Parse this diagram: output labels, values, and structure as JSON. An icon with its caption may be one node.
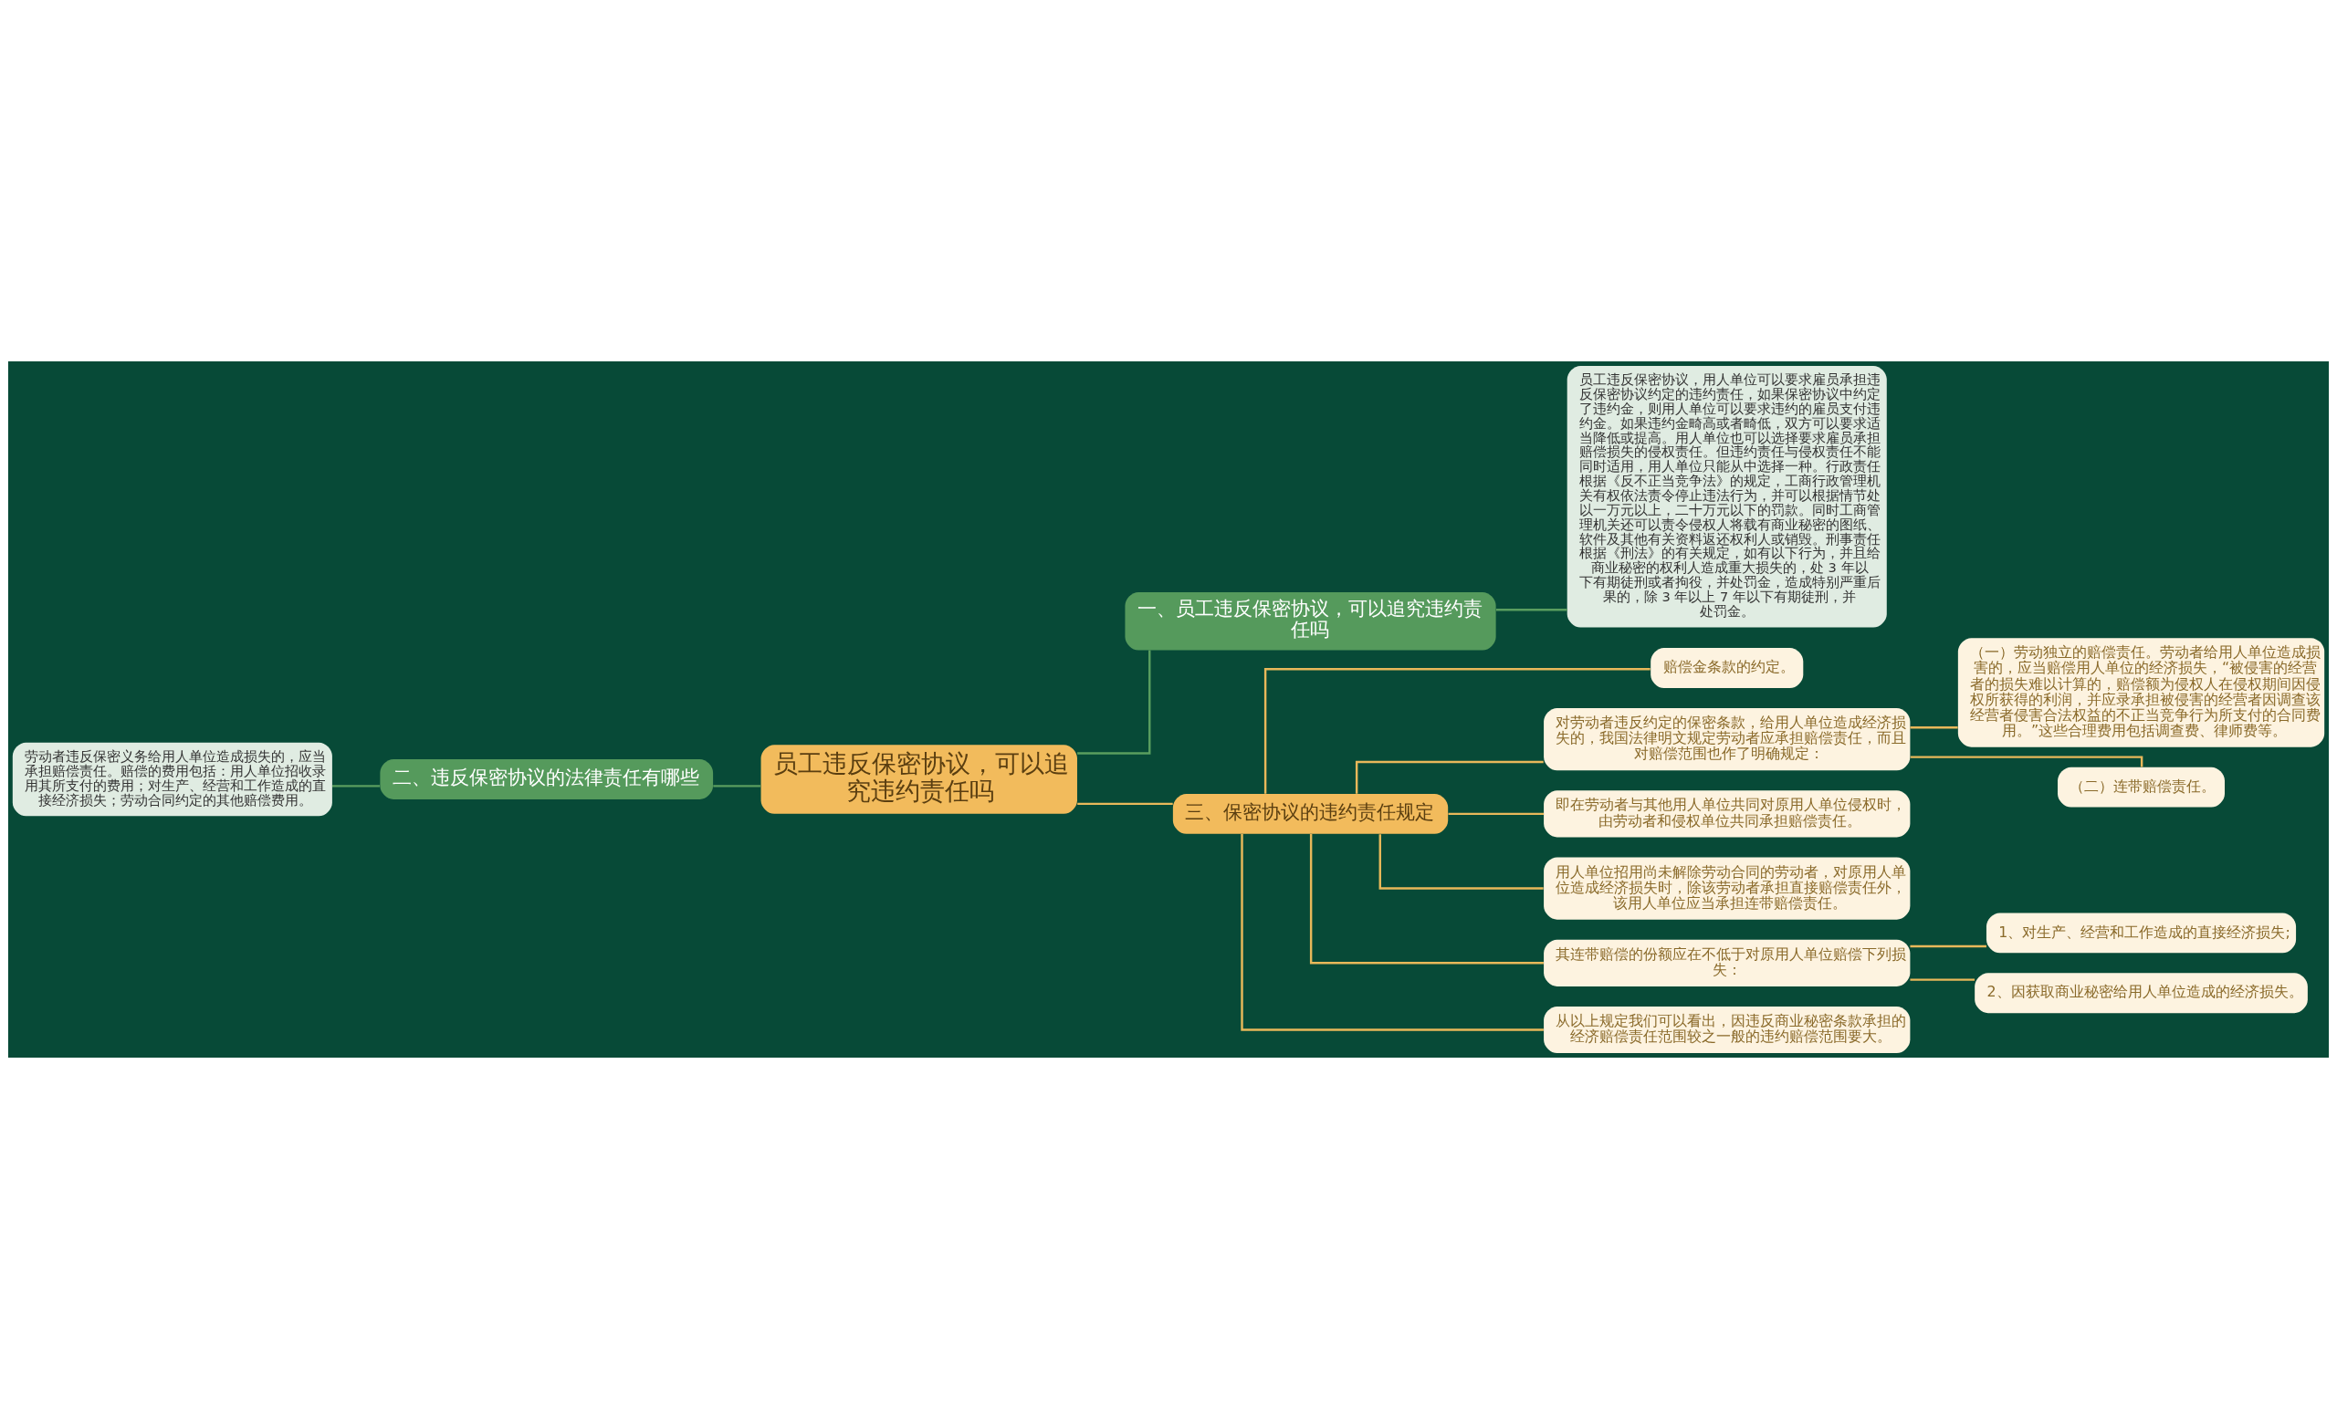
{
  "diagram": {
    "nodes": [
      {
        "text": [
          "员工违反保密协议，可以追究违约责任吗"
        ]
      },
      {
        "text": [
          "一、员工违反保密协议，可以追究违约责任吗"
        ]
      },
      {
        "text": [
          "员工违反保密协议，用人单位可以要求雇员承担违反保密协议约定的违约责任，如果保密协议中约定了违约金，则用人单位可以要求违约的雇员支付违约金。如果违约金畸高或者畸低，双方可以要求适当降低或提高。用人单位也可以选择要求雇员承担赔偿损失的侵权责任。但违约责任与侵权责任不能同时适用，用人单位只能从中选择一种。行政责任根据《反不正当竞争法》的规定，工商行政管理机关有权依法责令停止违法行为，并可以根据情节处以一万元以上，二十万元以下的罚款。同时工商管理机关还可以责令侵权人将载有商业秘密的图纸、软件及其他有关资料返还权利人或销毁。刑事责任根据《刑法》的有关规定，如有以下行为，并且给商业秘密的权利人造成重大损失的，处 3 年以下有期徒刑或者拘役，并处罚金，造成特别严重后果的，除 3 年以上 7 年以下有期徒刑，并处罚金。"
        ]
      },
      {
        "text": [
          "二、违反保密协议的法律责任有哪些"
        ]
      },
      {
        "text": [
          "劳动者违反保密义务给用人单位造成损失的，应当承担赔偿责任。赔偿的费用包括：用人单位招收录用其所支付的费用；对生产、经营和工作造成的直接经济损失；劳动合同约定的其他赔偿费用。"
        ]
      },
      {
        "text": [
          "三、保密协议的违约责任规定"
        ]
      },
      {
        "text": [
          "赔偿金条款的约定。"
        ]
      },
      {
        "text": [
          "对劳动者违反约定的保密条款，给用人单位造成经济损失的，我国法律明文规定劳动者应承担赔偿责任，而且对赔偿范围也作了明确规定："
        ]
      },
      {
        "text": [
          "（一）劳动独立的赔偿责任。劳动者给用人单位造成损害的，应当赔偿用人单位的经济损失，“被侵害的经营者的损失难以计算的，赔偿额为侵权人在侵权期间因侵权所获得的利润，并应录承担被侵害的经营者因调查该经营者侵害合法权益的不正当竞争行为所支付的合同费用。”这些合理费用包括调查费、律师费等。"
        ]
      },
      {
        "text": [
          "（二）连带赔偿责任。"
        ]
      },
      {
        "text": [
          "即在劳动者与其他用人单位共同对原用人单位侵权时，由劳动者和侵权单位共同承担赔偿责任。"
        ]
      },
      {
        "text": [
          "用人单位招用尚未解除劳动合同的劳动者，对原用人单位造成经济损失时，除该劳动者承担直接赔偿责任外，该用人单位应当承担连带赔偿责任。"
        ]
      },
      {
        "text": [
          "其连带赔偿的份额应在不低于对原用人单位赔偿下列损失："
        ]
      },
      {
        "text": [
          "1、对生产、经营和工作造成的直接经济损失;"
        ]
      },
      {
        "text": [
          "2、因获取商业秘密给用人单位造成的经济损失。"
        ]
      },
      {
        "text": [
          "从以上规定我们可以看出，因违反商业秘密条款承担的经济赔偿责任范围较之一般的违约赔偿范围要大。"
        ]
      }
    ],
    "edges": [
      {
        "from": 0,
        "to": 1,
        "arrow": "none",
        "color": "#5a9e5f"
      },
      {
        "from": 1,
        "to": 2,
        "arrow": "none",
        "color": "#5a9e5f"
      },
      {
        "from": 0,
        "to": 3,
        "arrow": "none",
        "color": "#5a9e5f"
      },
      {
        "from": 3,
        "to": 4,
        "arrow": "none",
        "color": "#5a9e5f"
      },
      {
        "from": 0,
        "to": 5,
        "arrow": "none"
      },
      {
        "from": 5,
        "to": 6,
        "arrow": "none"
      },
      {
        "from": 5,
        "to": 7,
        "arrow": "none"
      },
      {
        "from": 7,
        "to": 8,
        "arrow": "none"
      },
      {
        "from": 7,
        "to": 9,
        "arrow": "none"
      },
      {
        "from": 5,
        "to": 10,
        "arrow": "none"
      },
      {
        "from": 5,
        "to": 11,
        "arrow": "none"
      },
      {
        "from": 5,
        "to": 12,
        "arrow": "none"
      },
      {
        "from": 12,
        "to": 13,
        "arrow": "none"
      },
      {
        "from": 12,
        "to": 14,
        "arrow": "none"
      },
      {
        "from": 5,
        "to": 15,
        "arrow": "none"
      }
    ]
  }
}
